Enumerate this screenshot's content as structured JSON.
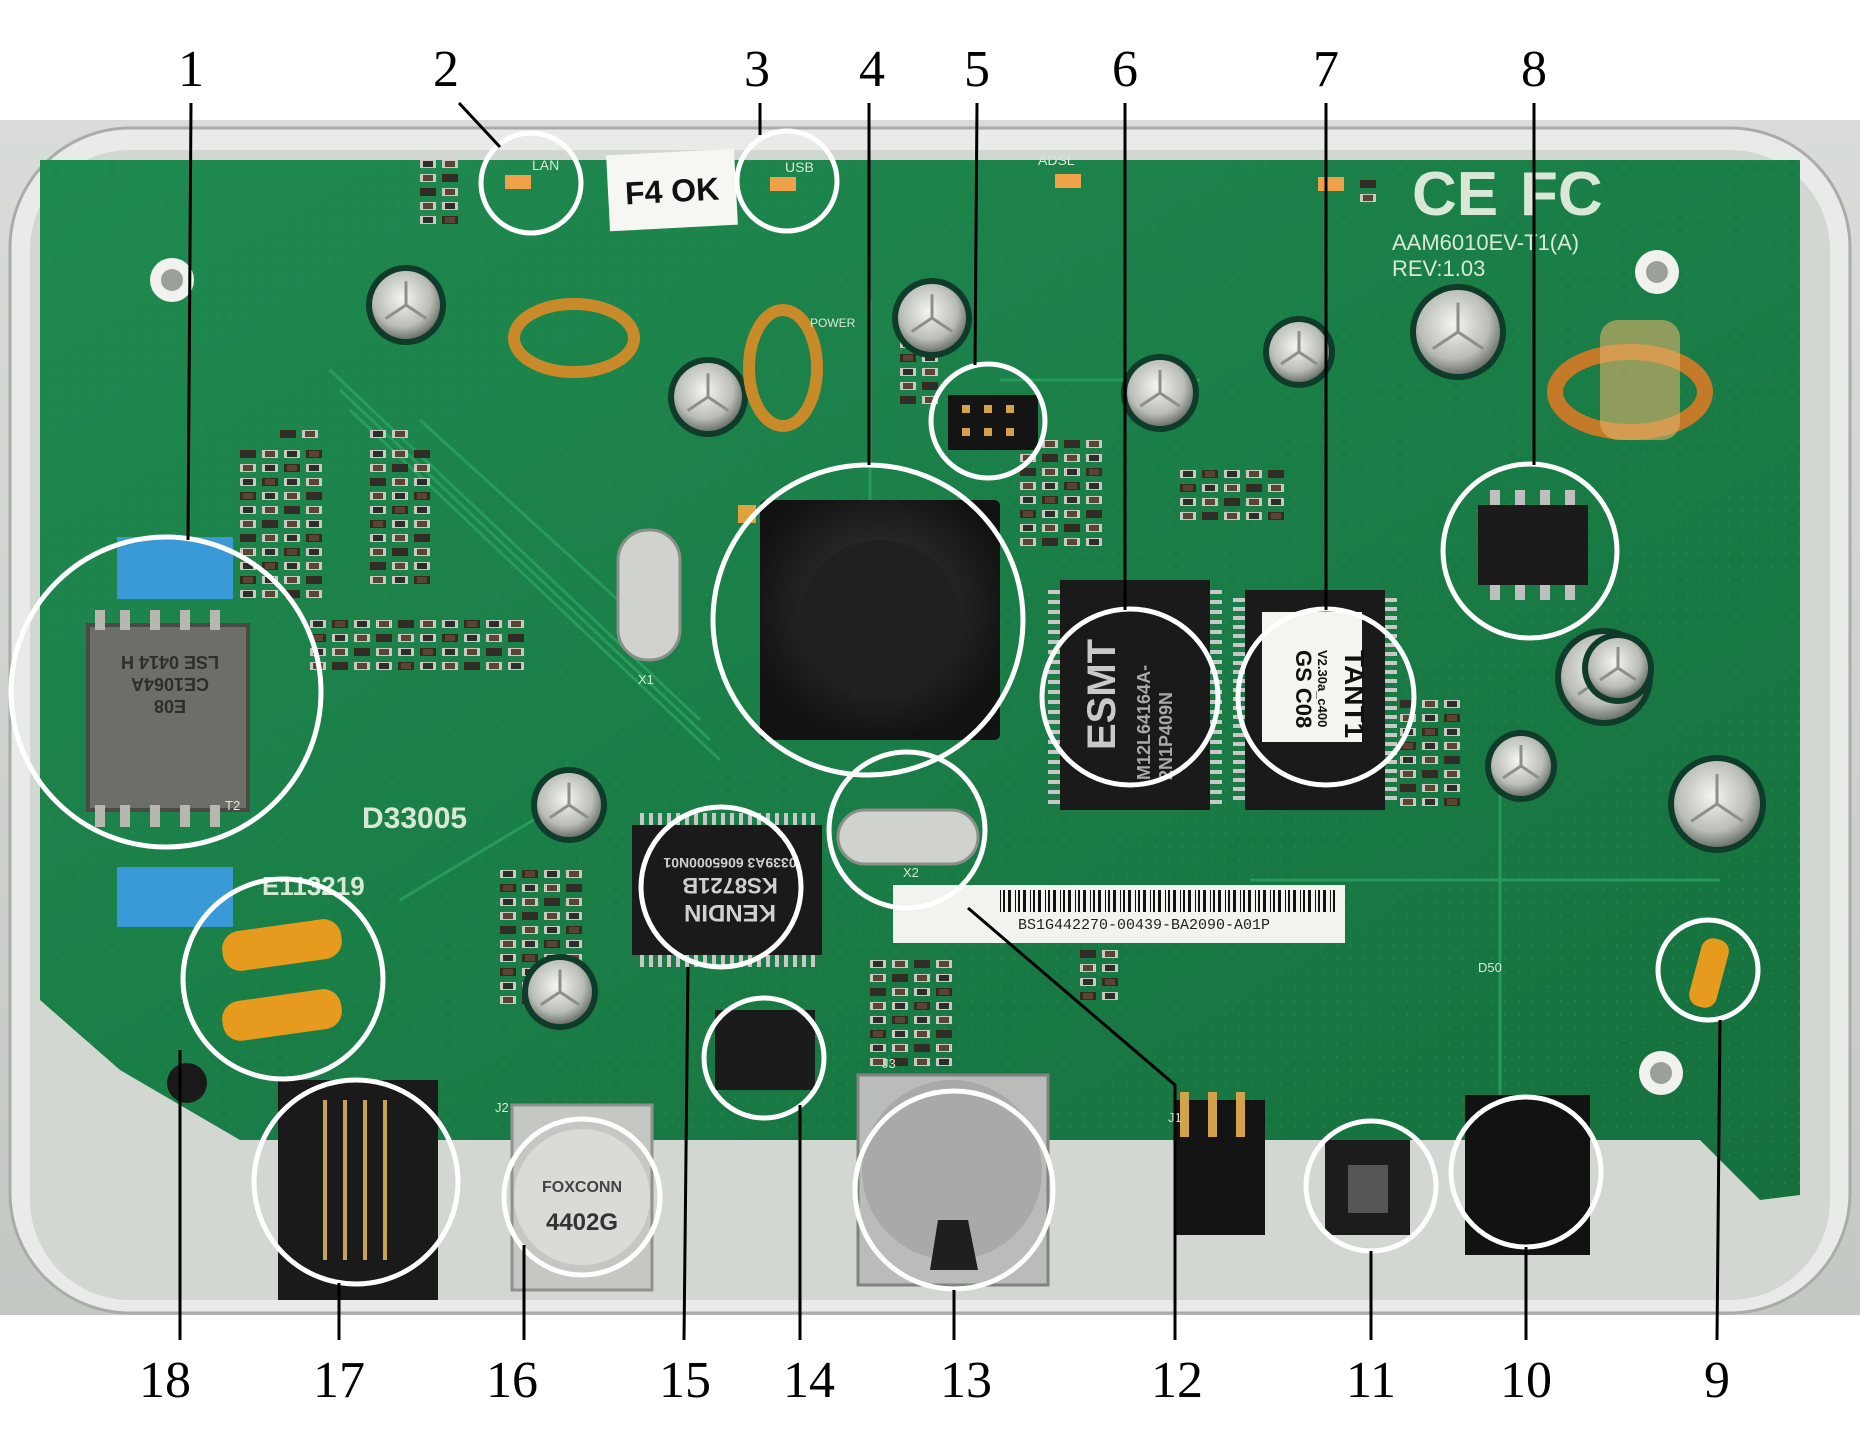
{
  "callout_numbers": [
    "1",
    "2",
    "3",
    "4",
    "5",
    "6",
    "7",
    "8",
    "9",
    "10",
    "11",
    "12",
    "13",
    "14",
    "15",
    "16",
    "17",
    "18"
  ],
  "board": {
    "sticker": "F4 OK",
    "model": "AAM6010EV-T1(A)",
    "revision": "REV:1.03",
    "ce_mark": "CE",
    "fcc_mark": "FC",
    "cert_code_1": "D33005",
    "cert_code_2": "E113219",
    "barcode_text": "BS1G442270-00439-BA2090-A01P",
    "silkscreen": {
      "lan": "LAN",
      "usb": "USB",
      "adsl": "ADSL",
      "power": "POWER",
      "x1": "X1",
      "x2": "X2",
      "t2": "T2",
      "j1": "J1",
      "j2": "J2",
      "j3": "J3",
      "d50": "D50"
    }
  },
  "chips": {
    "esmt_brand": "ESMT",
    "esmt_lines": [
      "M12L64164A-",
      "2N1P409N"
    ],
    "tant_lines": [
      "TANT1",
      "V2.30a_c400",
      "GS C08"
    ],
    "kendin_lines": [
      "KENDIN",
      "KS8721B",
      "0339A3 6065000N01"
    ],
    "foxconn_lines": [
      "FOXCONN",
      "4402G"
    ],
    "xfmr_lines": [
      "E08",
      "CE1064A",
      "LSE 0414 H"
    ]
  }
}
